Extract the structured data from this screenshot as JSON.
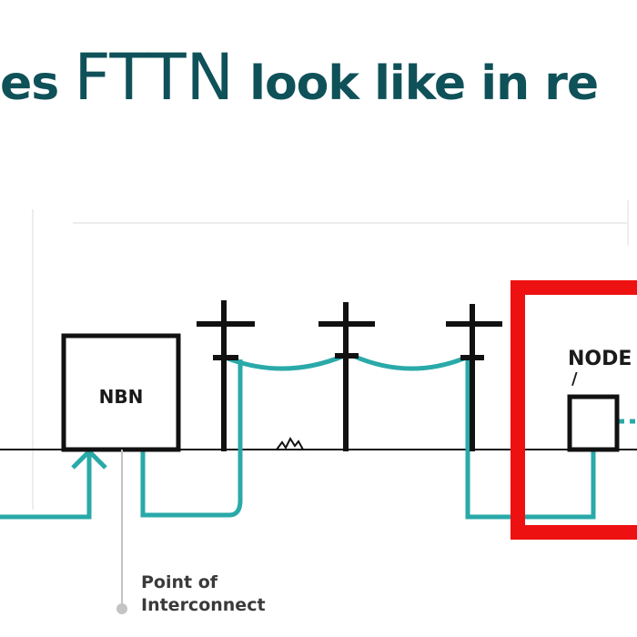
{
  "title": {
    "prefix": "es ",
    "highlight": "FTTN",
    "suffix": " look like in re"
  },
  "labels": {
    "nbn": "NBN",
    "node": "NODE",
    "node_pointer": "/",
    "poi_line1": "Point of",
    "poi_line2": "Interconnect"
  },
  "colors": {
    "title": "#0f5159",
    "fibre": "#2aa9a9",
    "highlight_box": "#ee1111",
    "structure": "#111111"
  }
}
